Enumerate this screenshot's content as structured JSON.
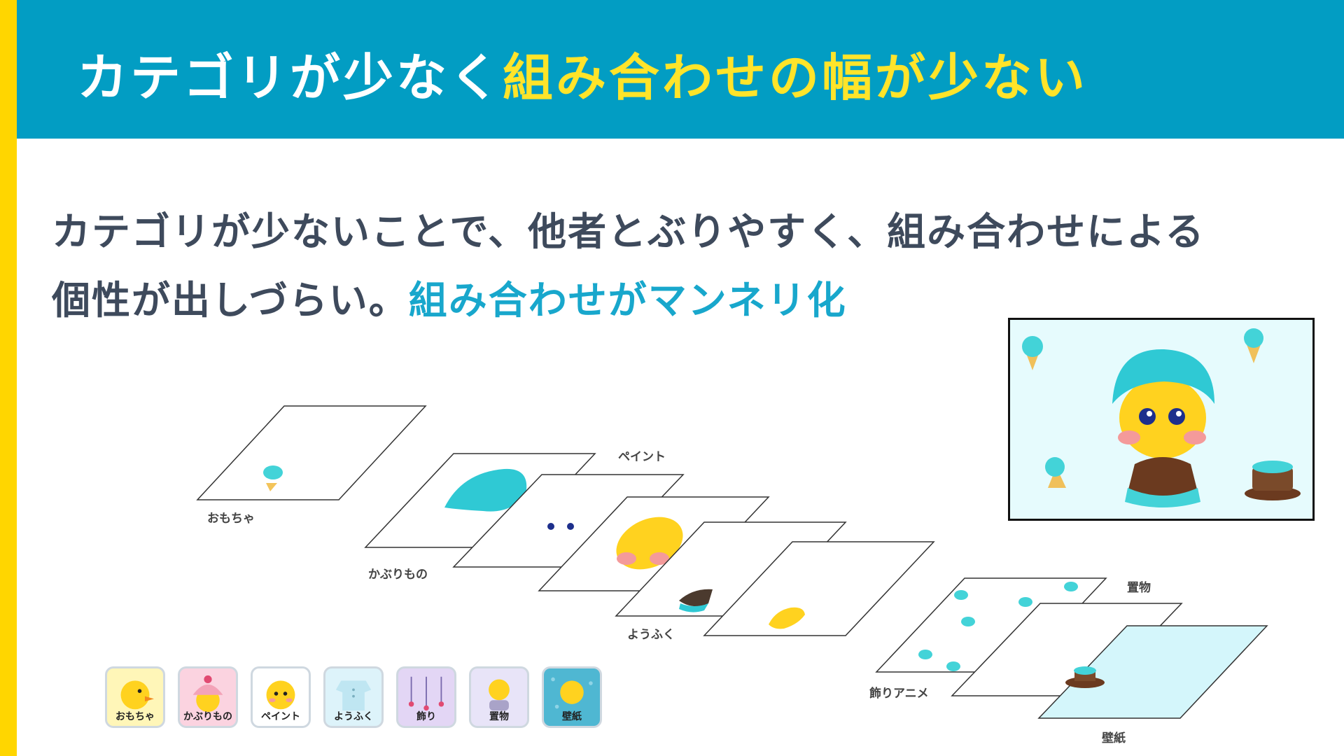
{
  "header": {
    "title_part1": "カテゴリが少なく",
    "title_part2": "組み合わせの幅が少ない"
  },
  "body": {
    "line1": "カテゴリが少ないことで、他者とぶりやすく、組み合わせによる",
    "line2_plain": "個性が出しづらい。",
    "line2_accent": "組み合わせがマンネリ化"
  },
  "layers": {
    "toys": "おもちゃ",
    "headwear": "かぶりもの",
    "paint": "ペイント",
    "clothes": "ようふく",
    "deco_anime": "飾りアニメ",
    "ornaments": "置物",
    "wallpaper": "壁紙"
  },
  "categories": [
    {
      "label": "おもちゃ",
      "color": "#FFF6B8"
    },
    {
      "label": "かぶりもの",
      "color": "#FBD3E0"
    },
    {
      "label": "ペイント",
      "color": "#FFFFFF"
    },
    {
      "label": "ようふく",
      "color": "#DDF3FA"
    },
    {
      "label": "飾り",
      "color": "#E3D6F5"
    },
    {
      "label": "置物",
      "color": "#E8E4F8"
    },
    {
      "label": "壁紙",
      "color": "#4FB7D2"
    }
  ],
  "colors": {
    "header_bg": "#029DC3",
    "accent_yellow": "#FFE42A",
    "accent_blue": "#18A7CC",
    "left_bar": "#FFD600"
  }
}
